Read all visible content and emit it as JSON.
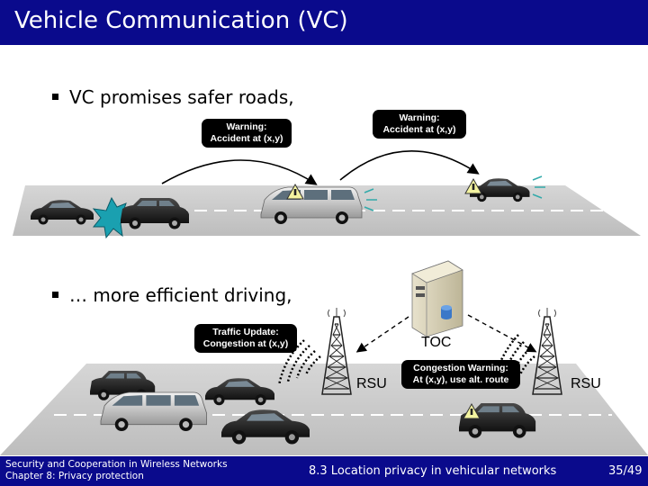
{
  "slide": {
    "title": "Vehicle Communication (VC)",
    "bullets": [
      "VC promises safer roads,",
      "… more efficient driving,"
    ]
  },
  "diagram": {
    "warning_left": [
      "Warning:",
      "Accident at (x,y)"
    ],
    "warning_right": [
      "Warning:",
      "Accident at (x,y)"
    ],
    "traffic_update": [
      "Traffic Update:",
      "Congestion at (x,y)"
    ],
    "congestion_warning": [
      "Congestion Warning:",
      "At (x,y), use alt. route"
    ],
    "toc_label": "TOC",
    "rsu_left_label": "RSU",
    "rsu_right_label": "RSU"
  },
  "footer": {
    "course_line1": "Security and Cooperation in Wireless Networks",
    "course_line2": "Chapter 8: Privacy protection",
    "section": "8.3 Location privacy in vehicular networks",
    "page": "35/49"
  },
  "colors": {
    "brand_bar": "#0a0a8c",
    "road": "#c8c8c8",
    "crash_burst": "#1aa0b0",
    "warning_triangle": "#f4f4a0"
  }
}
